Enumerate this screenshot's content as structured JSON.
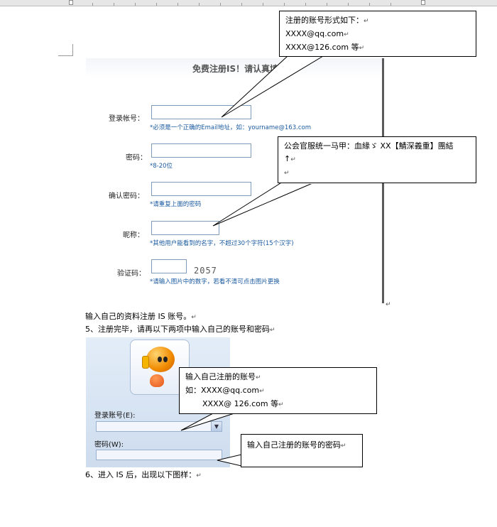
{
  "reg_form": {
    "title": "免费注册IS！请认真填写",
    "fields": [
      {
        "label": "登录帐号：",
        "hint": "*必须是一个正确的Email地址，如：yourname@163.com"
      },
      {
        "label": "密码：",
        "hint": "*8-20位"
      },
      {
        "label": "确认密码：",
        "hint": "*请重复上面的密码"
      },
      {
        "label": "昵称：",
        "hint": "*其他用户能看到的名字，不超过30个字符(15个汉字)"
      },
      {
        "label": "验证码：",
        "hint": "*请输入图片中的数字，若看不清可点击图片更换"
      }
    ],
    "captcha_value": "2057"
  },
  "callout_account_format": {
    "lines": [
      "注册的账号形式如下：",
      "XXXX@qq.com",
      "XXXX@126.com 等"
    ]
  },
  "callout_nickname": {
    "lines": [
      "公会官服统一马甲：血緣ゞ XX【鯖深義重】團結",
      "↑"
    ]
  },
  "paragraphs": {
    "p1": "输入自己的资料注册 IS 账号。",
    "p2": "5、注册完毕，请再以下两项中输入自己的账号和密码",
    "p3": "6、进入 IS 后，出现以下图样："
  },
  "login_panel": {
    "account_label": "登录账号(E):",
    "password_label": "密码(W):"
  },
  "callout_login_account": {
    "lines": [
      "输入自己注册的账号",
      "如：XXXX@qq.com",
      "XXXX@ 126.com 等"
    ]
  },
  "callout_login_password": {
    "text": "输入自己注册的账号的密码"
  },
  "icons": {
    "paragraph_mark": "↵",
    "avatar": "orange-is-mascot-icon"
  }
}
